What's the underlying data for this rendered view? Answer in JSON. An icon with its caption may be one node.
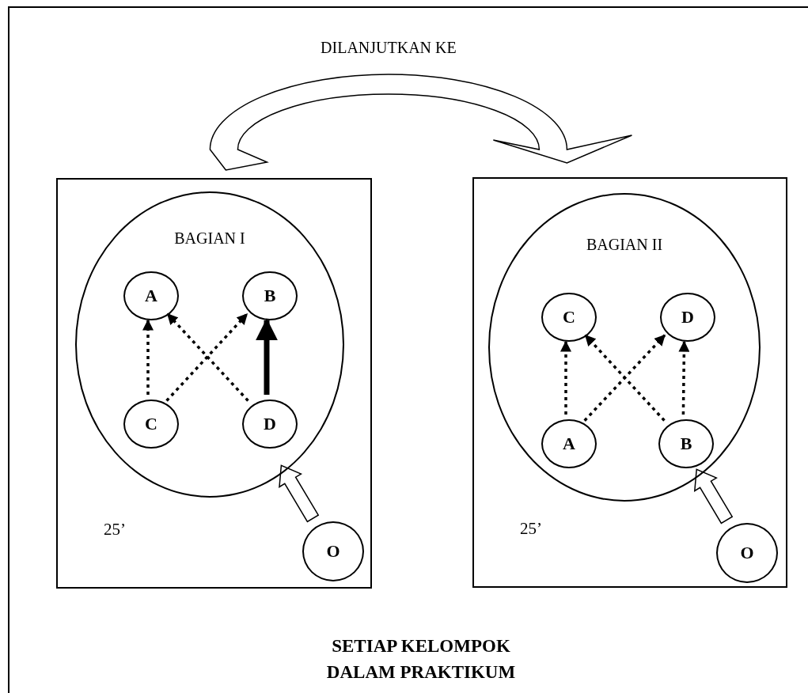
{
  "diagram": {
    "caption": "SETIAP KELOMPOK DALAM PRAKTIKUM",
    "nodes": [
      {
        "text": [
          "25’"
        ]
      },
      {
        "text": [
          "BAGIAN I"
        ],
        "in": 0
      },
      {
        "text": [
          "A"
        ],
        "in": 1
      },
      {
        "text": [
          "B"
        ],
        "in": 1
      },
      {
        "text": [
          "C"
        ],
        "in": 1
      },
      {
        "text": [
          "D"
        ],
        "in": 1
      },
      {
        "text": [
          "O"
        ],
        "in": 0
      },
      {
        "text": [
          "25’"
        ]
      },
      {
        "text": [
          "BAGIAN II"
        ],
        "in": 7
      },
      {
        "text": [
          "C"
        ],
        "in": 8
      },
      {
        "text": [
          "D"
        ],
        "in": 8
      },
      {
        "text": [
          "A"
        ],
        "in": 8
      },
      {
        "text": [
          "B"
        ],
        "in": 8
      },
      {
        "text": [
          "O"
        ],
        "in": 7
      }
    ],
    "edges": [
      {
        "from": 4,
        "to": 2,
        "arrow": "to",
        "style": "dashed"
      },
      {
        "from": 4,
        "to": 3,
        "arrow": "to",
        "style": "dashed"
      },
      {
        "from": 5,
        "to": 2,
        "arrow": "to",
        "style": "dashed"
      },
      {
        "from": 5,
        "to": 3,
        "arrow": "to",
        "style": "thick"
      },
      {
        "from": 6,
        "to": 1,
        "arrow": "to"
      },
      {
        "from": 11,
        "to": 9,
        "arrow": "to",
        "style": "dashed"
      },
      {
        "from": 11,
        "to": 10,
        "arrow": "to",
        "style": "dashed"
      },
      {
        "from": 12,
        "to": 9,
        "arrow": "to",
        "style": "dashed"
      },
      {
        "from": 12,
        "to": 10,
        "arrow": "to",
        "style": "dashed"
      },
      {
        "from": 13,
        "to": 8,
        "arrow": "to"
      },
      {
        "from": 0,
        "to": 7,
        "label": "DILANJUTKAN KE",
        "arrow": "to"
      }
    ]
  }
}
